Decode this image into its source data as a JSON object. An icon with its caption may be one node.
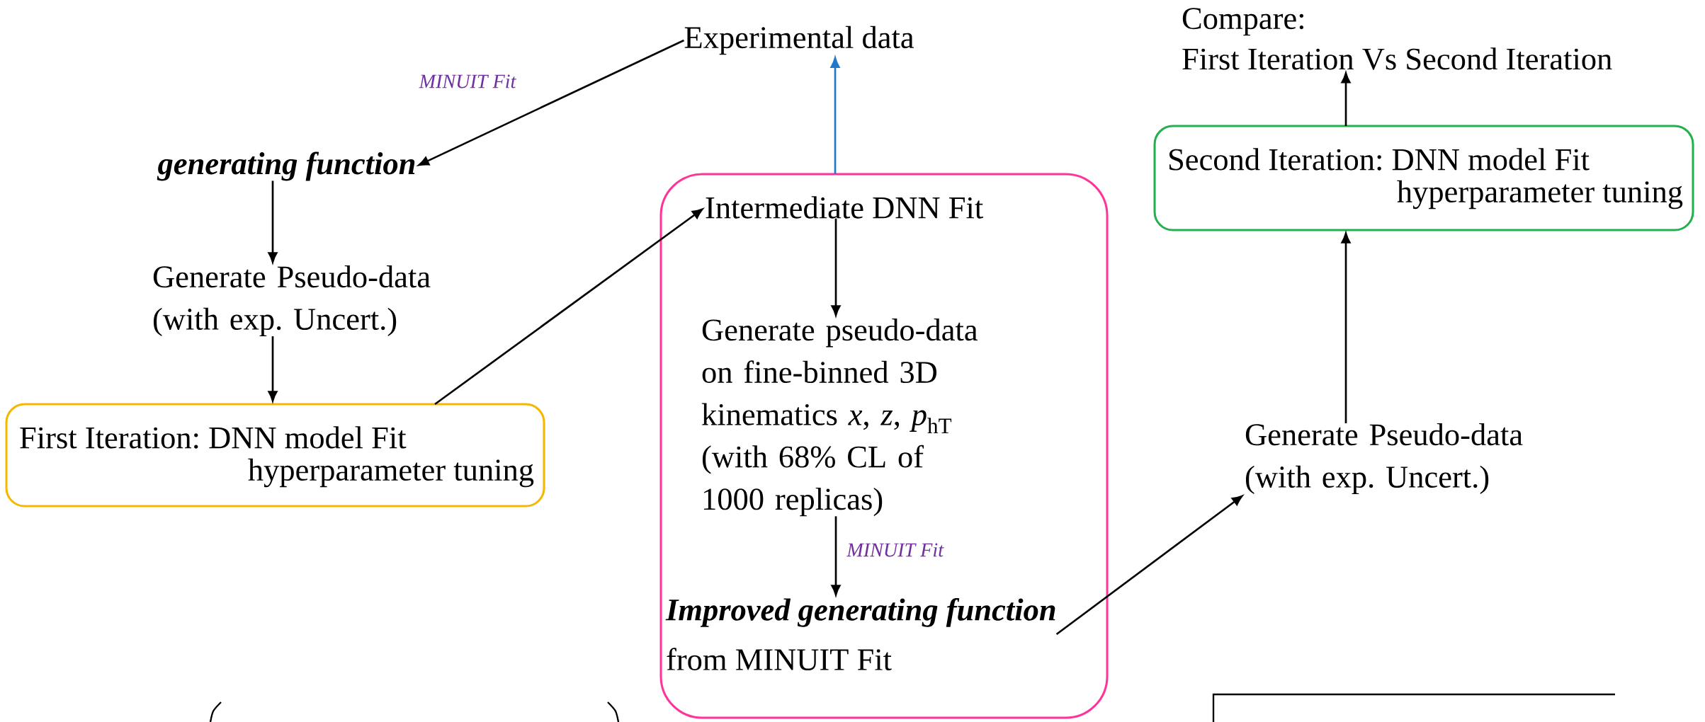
{
  "diagram": {
    "nodes": [
      {
        "text": [
          "Experimental data"
        ]
      },
      {
        "text": [
          "generating function"
        ]
      },
      {
        "text": [
          "Generate Pseudo-data (with exp. Uncert.)"
        ]
      },
      {
        "text": [
          "First Iteration: DNN model Fit",
          "hyperparameter tuning"
        ]
      },
      {
        "text": [],
        "shape": "box"
      },
      {
        "text": [
          "Intermediate DNN Fit"
        ],
        "in": 4
      },
      {
        "text": [
          "Generate pseudo-data on fine-binned 3D kinematics *x*, *z*, *p*$_{hT}$ (with 68% CL of 1000 replicas)"
        ],
        "in": 4
      },
      {
        "text": [
          "Improved generating function",
          "from MINUIT Fit"
        ],
        "in": 4
      },
      {
        "text": [
          "Generate Pseudo-data (with exp. Uncert.)"
        ]
      },
      {
        "text": [
          "Second Iteration: DNN model Fit",
          "hyperparameter tuning"
        ]
      },
      {
        "text": [
          "Compare:",
          "First Iteration Vs Second Iteration"
        ]
      }
    ],
    "edges": [
      {
        "from": 0,
        "to": 1,
        "arrow": "to",
        "label": "MINUIT Fit"
      },
      {
        "from": 1,
        "to": 2,
        "arrow": "to"
      },
      {
        "from": 2,
        "to": 3,
        "arrow": "to"
      },
      {
        "from": 3,
        "to": 5,
        "arrow": "to"
      },
      {
        "from": 5,
        "to": 6,
        "arrow": "to"
      },
      {
        "from": 6,
        "to": 7,
        "arrow": "to",
        "label": "MINUIT Fit"
      },
      {
        "from": 4,
        "to": 0,
        "arrow": "to",
        "color": "#1f7ac8"
      },
      {
        "from": 7,
        "to": 8,
        "arrow": "to"
      },
      {
        "from": 8,
        "to": 9,
        "arrow": "to"
      },
      {
        "from": 9,
        "to": 10,
        "arrow": "to"
      }
    ]
  }
}
